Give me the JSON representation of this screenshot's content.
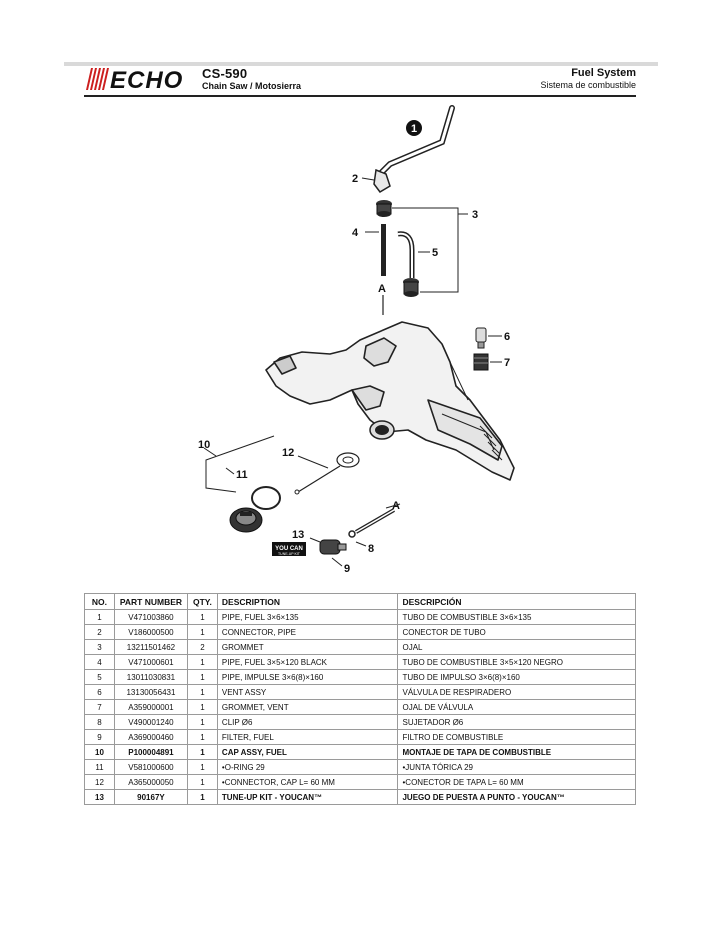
{
  "header": {
    "brand": "ECHO",
    "model": "CS-590",
    "subtitle": "Chain Saw / Motosierra",
    "section_title": "Fuel System",
    "section_subtitle": "Sistema de combustible"
  },
  "diagram": {
    "callouts": [
      "1",
      "2",
      "3",
      "4",
      "5",
      "6",
      "7",
      "8",
      "9",
      "10",
      "11",
      "12",
      "13"
    ],
    "ref_label": "A",
    "kit_badge_line1": "YOU CAN",
    "kit_badge_line2": "TUNE-UP KIT"
  },
  "table": {
    "headers": [
      "NO.",
      "PART NUMBER",
      "QTY.",
      "DESCRIPTION",
      "DESCRIPCIÓN"
    ],
    "rows": [
      {
        "no": "1",
        "part": "V471003860",
        "qty": "1",
        "desc": "PIPE, FUEL 3×6×135",
        "desc_es": "TUBO DE COMBUSTIBLE 3×6×135",
        "bold": false
      },
      {
        "no": "2",
        "part": "V186000500",
        "qty": "1",
        "desc": "CONNECTOR, PIPE",
        "desc_es": "CONECTOR DE TUBO",
        "bold": false
      },
      {
        "no": "3",
        "part": "13211501462",
        "qty": "2",
        "desc": "GROMMET",
        "desc_es": "OJAL",
        "bold": false
      },
      {
        "no": "4",
        "part": "V471000601",
        "qty": "1",
        "desc": "PIPE, FUEL 3×5×120 BLACK",
        "desc_es": "TUBO DE COMBUSTIBLE 3×5×120 NEGRO",
        "bold": false
      },
      {
        "no": "5",
        "part": "13011030831",
        "qty": "1",
        "desc": "PIPE, IMPULSE 3×6(8)×160",
        "desc_es": "TUBO DE IMPULSO 3×6(8)×160",
        "bold": false
      },
      {
        "no": "6",
        "part": "13130056431",
        "qty": "1",
        "desc": "VENT ASSY",
        "desc_es": "VÁLVULA DE RESPIRADERO",
        "bold": false
      },
      {
        "no": "7",
        "part": "A359000001",
        "qty": "1",
        "desc": "GROMMET, VENT",
        "desc_es": "OJAL DE VÁLVULA",
        "bold": false
      },
      {
        "no": "8",
        "part": "V490001240",
        "qty": "1",
        "desc": "CLIP Ø6",
        "desc_es": "SUJETADOR Ø6",
        "bold": false
      },
      {
        "no": "9",
        "part": "A369000460",
        "qty": "1",
        "desc": "FILTER, FUEL",
        "desc_es": "FILTRO DE COMBUSTIBLE",
        "bold": false
      },
      {
        "no": "10",
        "part": "P100004891",
        "qty": "1",
        "desc": "CAP ASSY, FUEL",
        "desc_es": "MONTAJE DE TAPA DE COMBUSTIBLE",
        "bold": true
      },
      {
        "no": "11",
        "part": "V581000600",
        "qty": "1",
        "desc": "•O-RING 29",
        "desc_es": "•JUNTA TÓRICA 29",
        "bold": false
      },
      {
        "no": "12",
        "part": "A365000050",
        "qty": "1",
        "desc": "•CONNECTOR, CAP L= 60 MM",
        "desc_es": "•CONECTOR DE TAPA L= 60 MM",
        "bold": false
      },
      {
        "no": "13",
        "part": "90167Y",
        "qty": "1",
        "desc": "TUNE-UP KIT - YOUCAN™",
        "desc_es": "JUEGO DE PUESTA A PUNTO - YOUCAN™",
        "bold": true
      }
    ]
  }
}
